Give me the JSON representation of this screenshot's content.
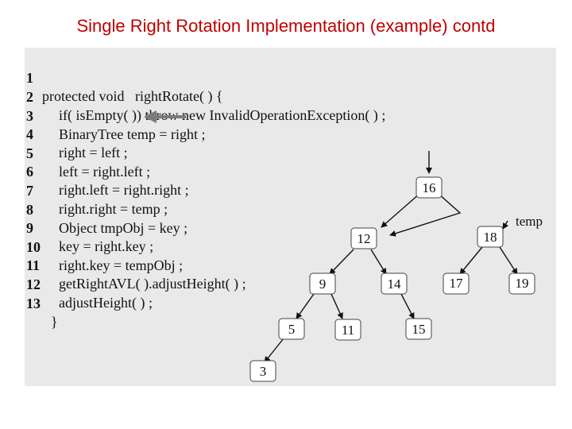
{
  "slide": {
    "title": "Single Right Rotation Implementation (example) contd"
  },
  "code": [
    {
      "n": "1",
      "text": "protected void   rightRotate( ) {"
    },
    {
      "n": "2",
      "text": "if( isEmpty( )) throw new InvalidOperationException( ) ;"
    },
    {
      "n": "3",
      "text": "BinaryTree temp = right ;"
    },
    {
      "n": "4",
      "text": "right = left ;"
    },
    {
      "n": "5",
      "text": "left = right.left ;"
    },
    {
      "n": "6",
      "text": "right.left = right.right ;"
    },
    {
      "n": "7",
      "text": "right.right = temp ;"
    },
    {
      "n": "8",
      "text": "Object tmpObj = key ;"
    },
    {
      "n": "9",
      "text": "key = right.key ;"
    },
    {
      "n": "10",
      "text": "right.key = tempObj ;"
    },
    {
      "n": "11",
      "text": "getRightAVL( ).adjustHeight( ) ;"
    },
    {
      "n": "12",
      "text": "adjustHeight( ) ;"
    },
    {
      "n": "13",
      "text": "}"
    }
  ],
  "tree": {
    "nodes": [
      "16",
      "12",
      "18",
      "9",
      "14",
      "17",
      "19",
      "5",
      "11",
      "15",
      "3"
    ],
    "temp_label": "temp"
  },
  "colors": {
    "title": "#c00000",
    "panel": "#e9e9e9",
    "arrow": "#7a7a7a"
  }
}
